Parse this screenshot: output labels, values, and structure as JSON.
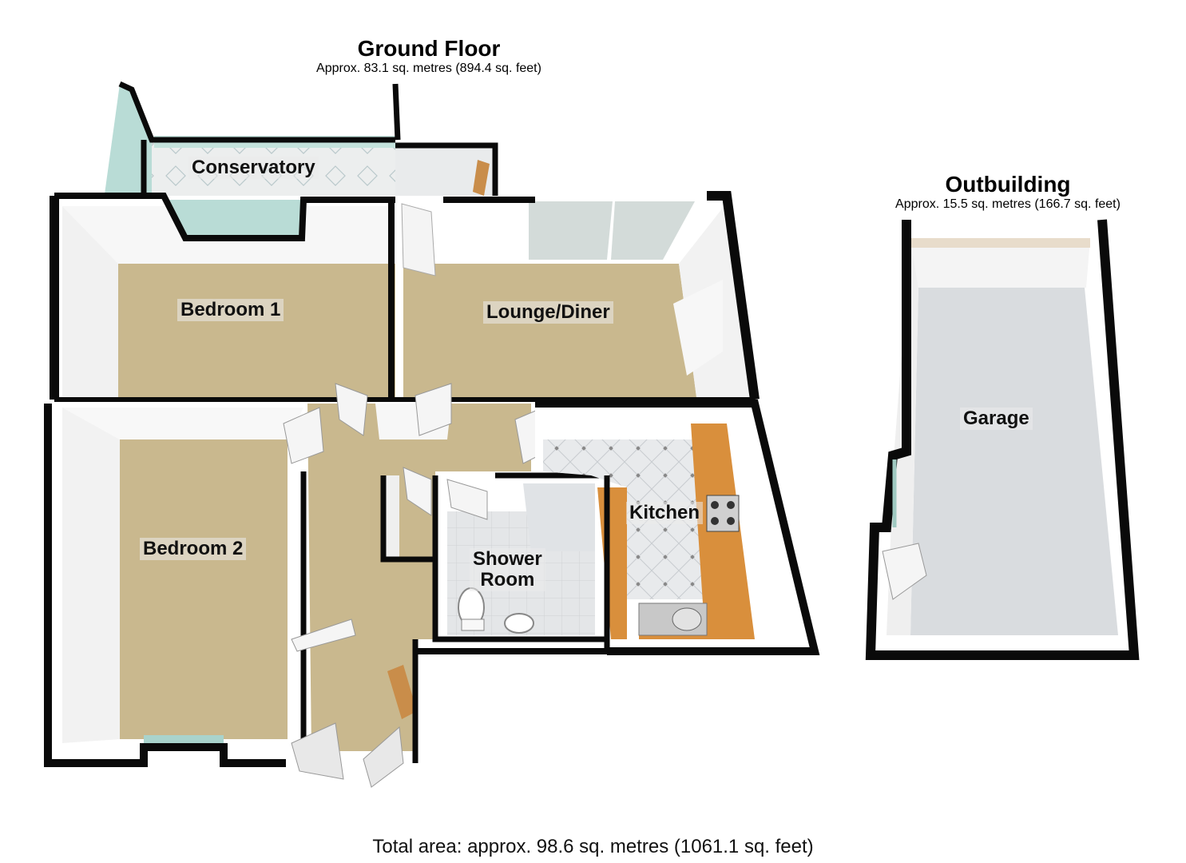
{
  "ground_floor": {
    "title": "Ground Floor",
    "area": "Approx. 83.1 sq. metres (894.4 sq. feet)"
  },
  "outbuilding": {
    "title": "Outbuilding",
    "area": "Approx. 15.5 sq. metres (166.7 sq. feet)"
  },
  "rooms": {
    "conservatory": "Conservatory",
    "bedroom1": "Bedroom 1",
    "lounge": "Lounge/Diner",
    "bedroom2": "Bedroom 2",
    "kitchen": "Kitchen",
    "shower_line1": "Shower",
    "shower_line2": "Room",
    "garage": "Garage"
  },
  "total_area": "Total area: approx. 98.6 sq. metres (1061.1 sq. feet)",
  "colors": {
    "wall": "#0a0a0a",
    "carpet": "#c9b88e",
    "tile": "#e6e8ea",
    "worktop": "#d98f3c",
    "garage_floor": "#d9dcdf",
    "glass": "#a9d3cc"
  }
}
